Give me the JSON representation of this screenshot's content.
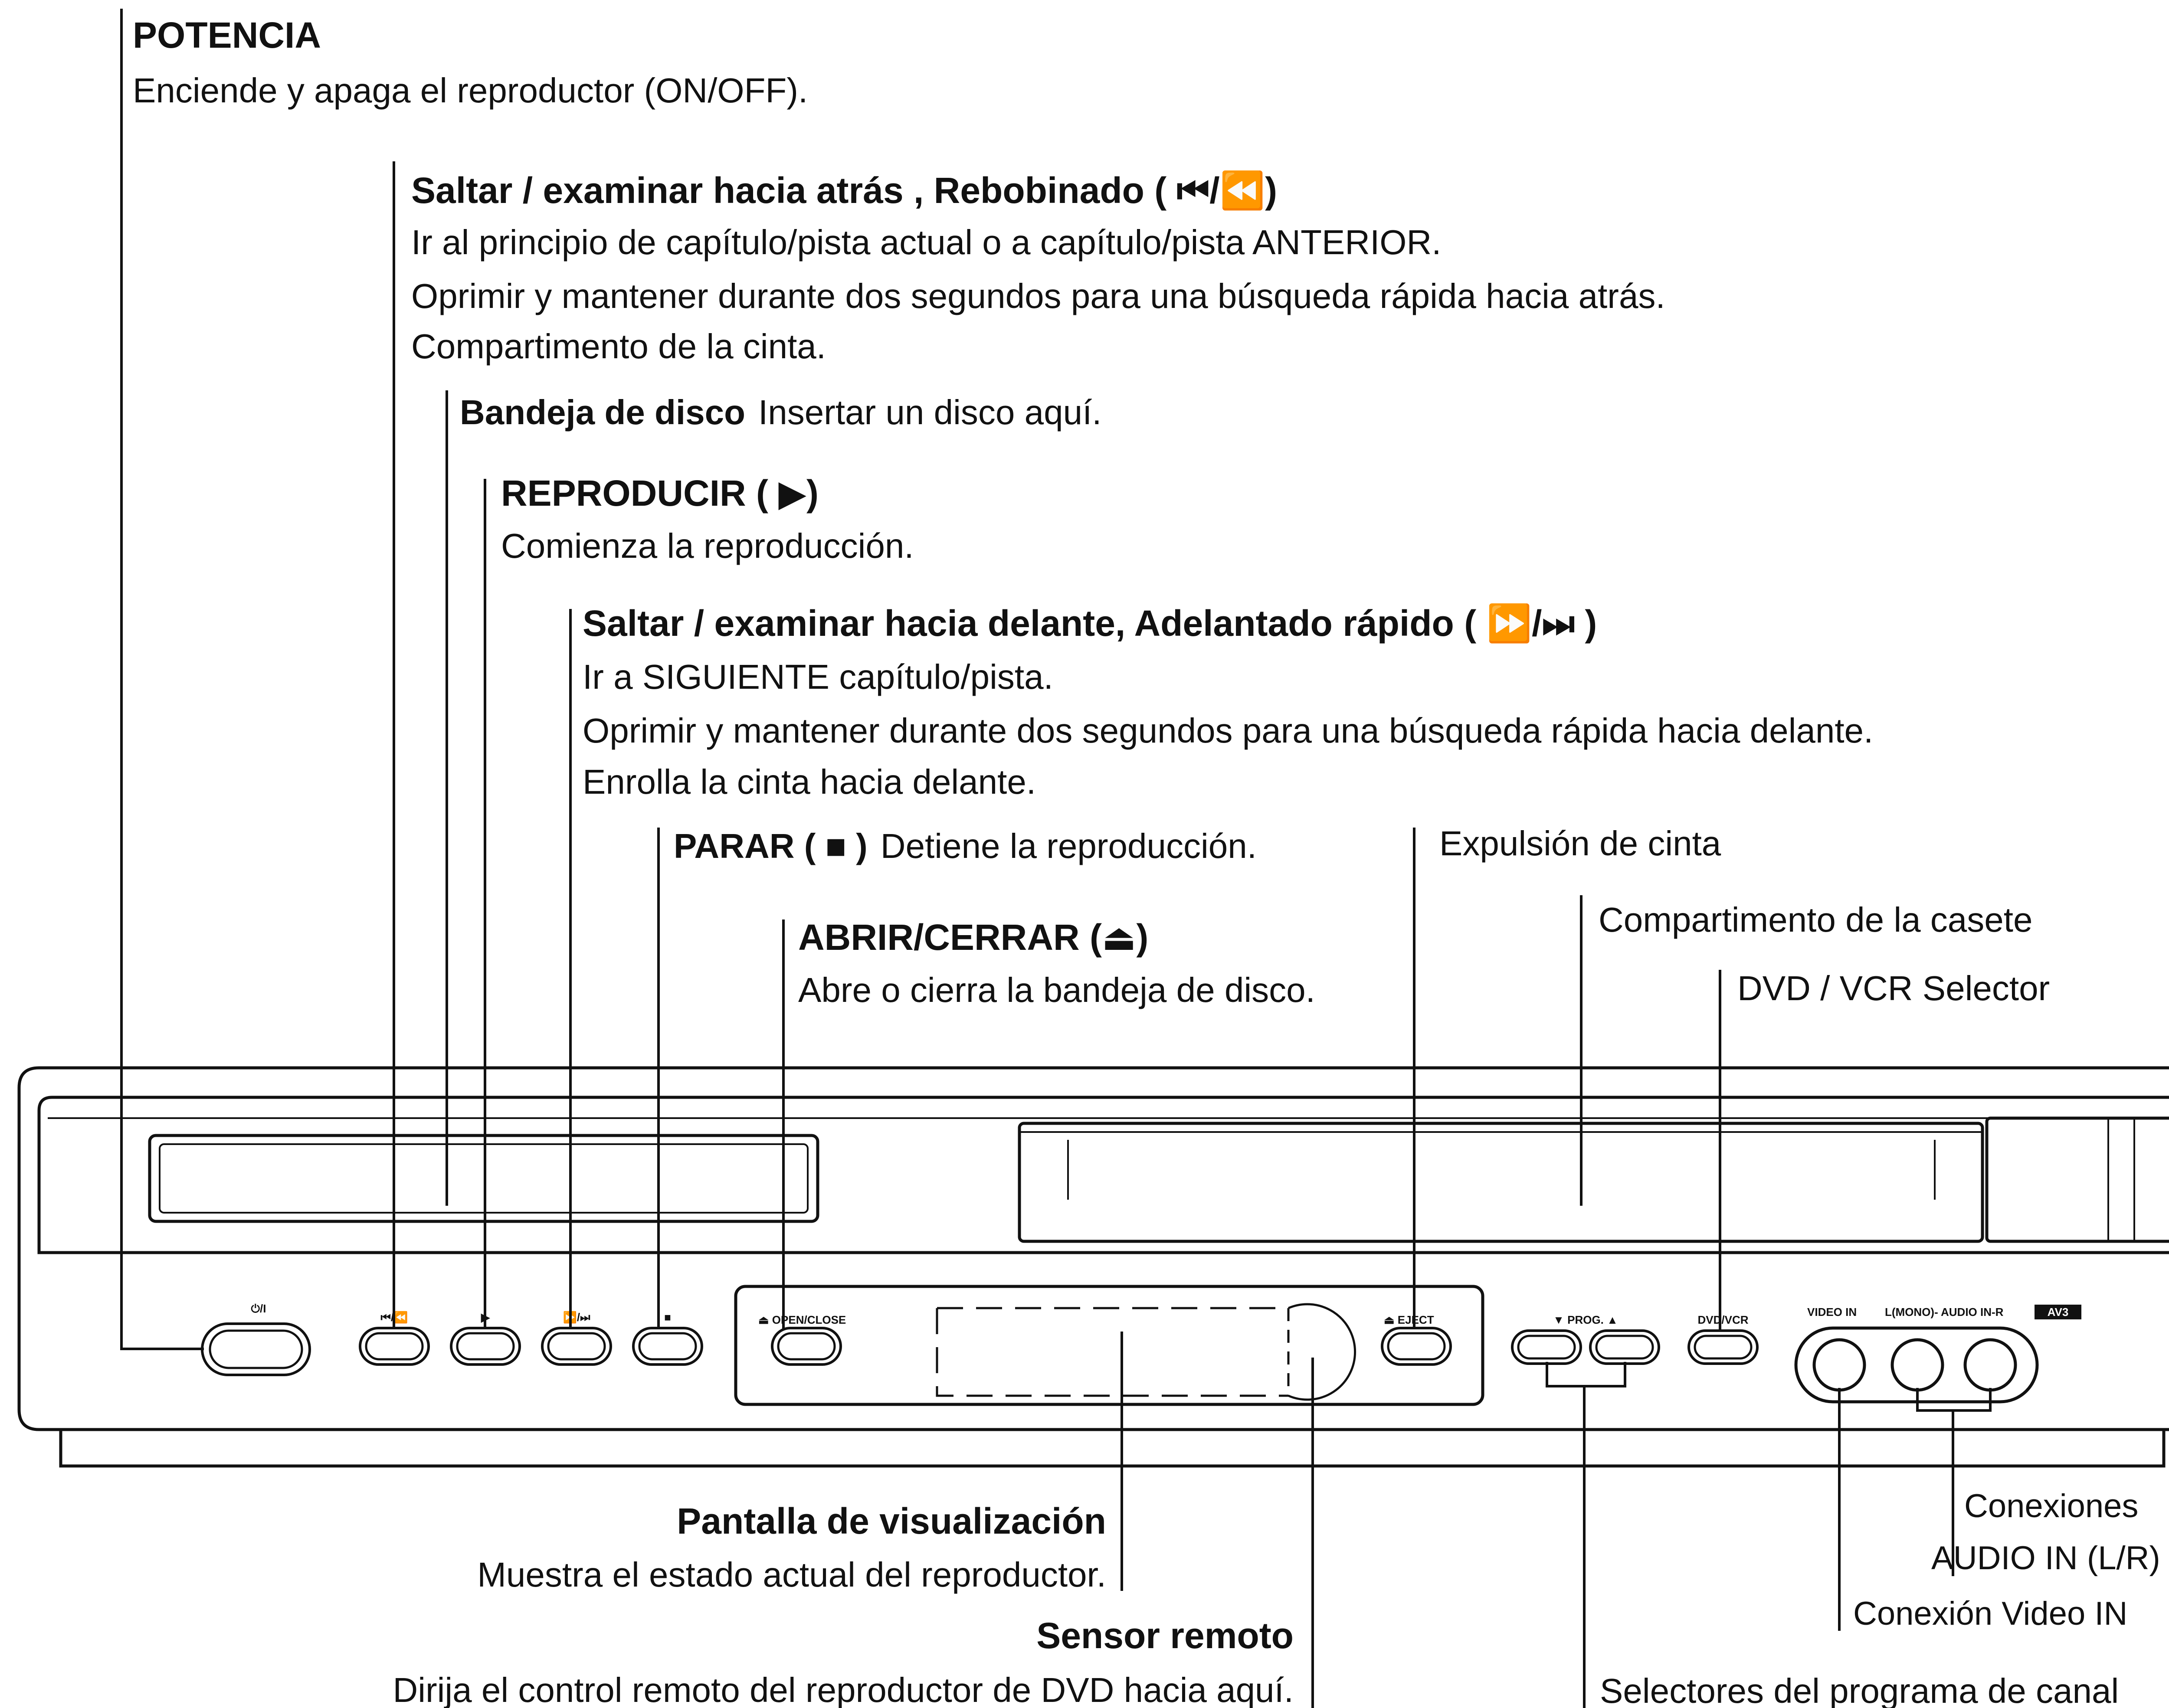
{
  "callouts": {
    "power": {
      "title": "POTENCIA",
      "desc": "Enciende y apaga el reproductor (ON/OFF)."
    },
    "skip_back": {
      "title": "Saltar / examinar hacia atrás , Rebobinado ( ⏮/⏪)",
      "line1": "Ir al principio de capítulo/pista actual o a capítulo/pista ANTERIOR.",
      "line2": "Oprimir y mantener durante dos segundos para una búsqueda rápida hacia atrás.",
      "line3": "Compartimento de la cinta."
    },
    "disc_tray": {
      "title": "Bandeja de disco",
      "desc": "Insertar un disco aquí."
    },
    "play": {
      "title": "REPRODUCIR ( ▶)",
      "desc": "Comienza la reproducción."
    },
    "skip_forward": {
      "title": "Saltar / examinar hacia delante, Adelantado rápido ( ⏩/⏭ )",
      "line1": "Ir a SIGUIENTE capítulo/pista.",
      "line2": "Oprimir y mantener durante dos segundos para una búsqueda rápida hacia delante.",
      "line3": "Enrolla la cinta hacia delante."
    },
    "stop": {
      "title": "PARAR ( ■ )",
      "desc": "Detiene la reproducción."
    },
    "tape_eject": {
      "title": "Expulsión de cinta"
    },
    "open_close": {
      "title": "ABRIR/CERRAR (⏏)",
      "desc": "Abre o cierra la bandeja de disco."
    },
    "cassette": {
      "title": "Compartimento de la casete"
    },
    "selector": {
      "title": "DVD / VCR Selector"
    },
    "display": {
      "title": "Pantalla de visualización",
      "desc": "Muestra el estado actual del reproductor."
    },
    "remote_sensor": {
      "title": "Sensor remoto",
      "desc": "Dirija el control remoto del reproductor de DVD hacia aquí."
    },
    "audio_in": {
      "line1": "Conexiones",
      "line2": "AUDIO IN (L/R)"
    },
    "video_in": {
      "title": "Conexión Video IN"
    },
    "channel": {
      "title": "Selectores del programa de canal"
    }
  },
  "device": {
    "power_label": "⏻/I",
    "rew_label": "⏮/⏪",
    "play_label": "▶",
    "ff_label": "⏩/⏭",
    "stop_label": "■",
    "open_close_label": "⏏ OPEN/CLOSE",
    "eject_label": "⏏ EJECT",
    "prog_label": "▼ PROG. ▲",
    "dvdvcr_label": "DVD/VCR",
    "video_in_label": "VIDEO IN",
    "audio_in_label": "L(MONO)- AUDIO IN-R",
    "av_badge": "AV3"
  }
}
